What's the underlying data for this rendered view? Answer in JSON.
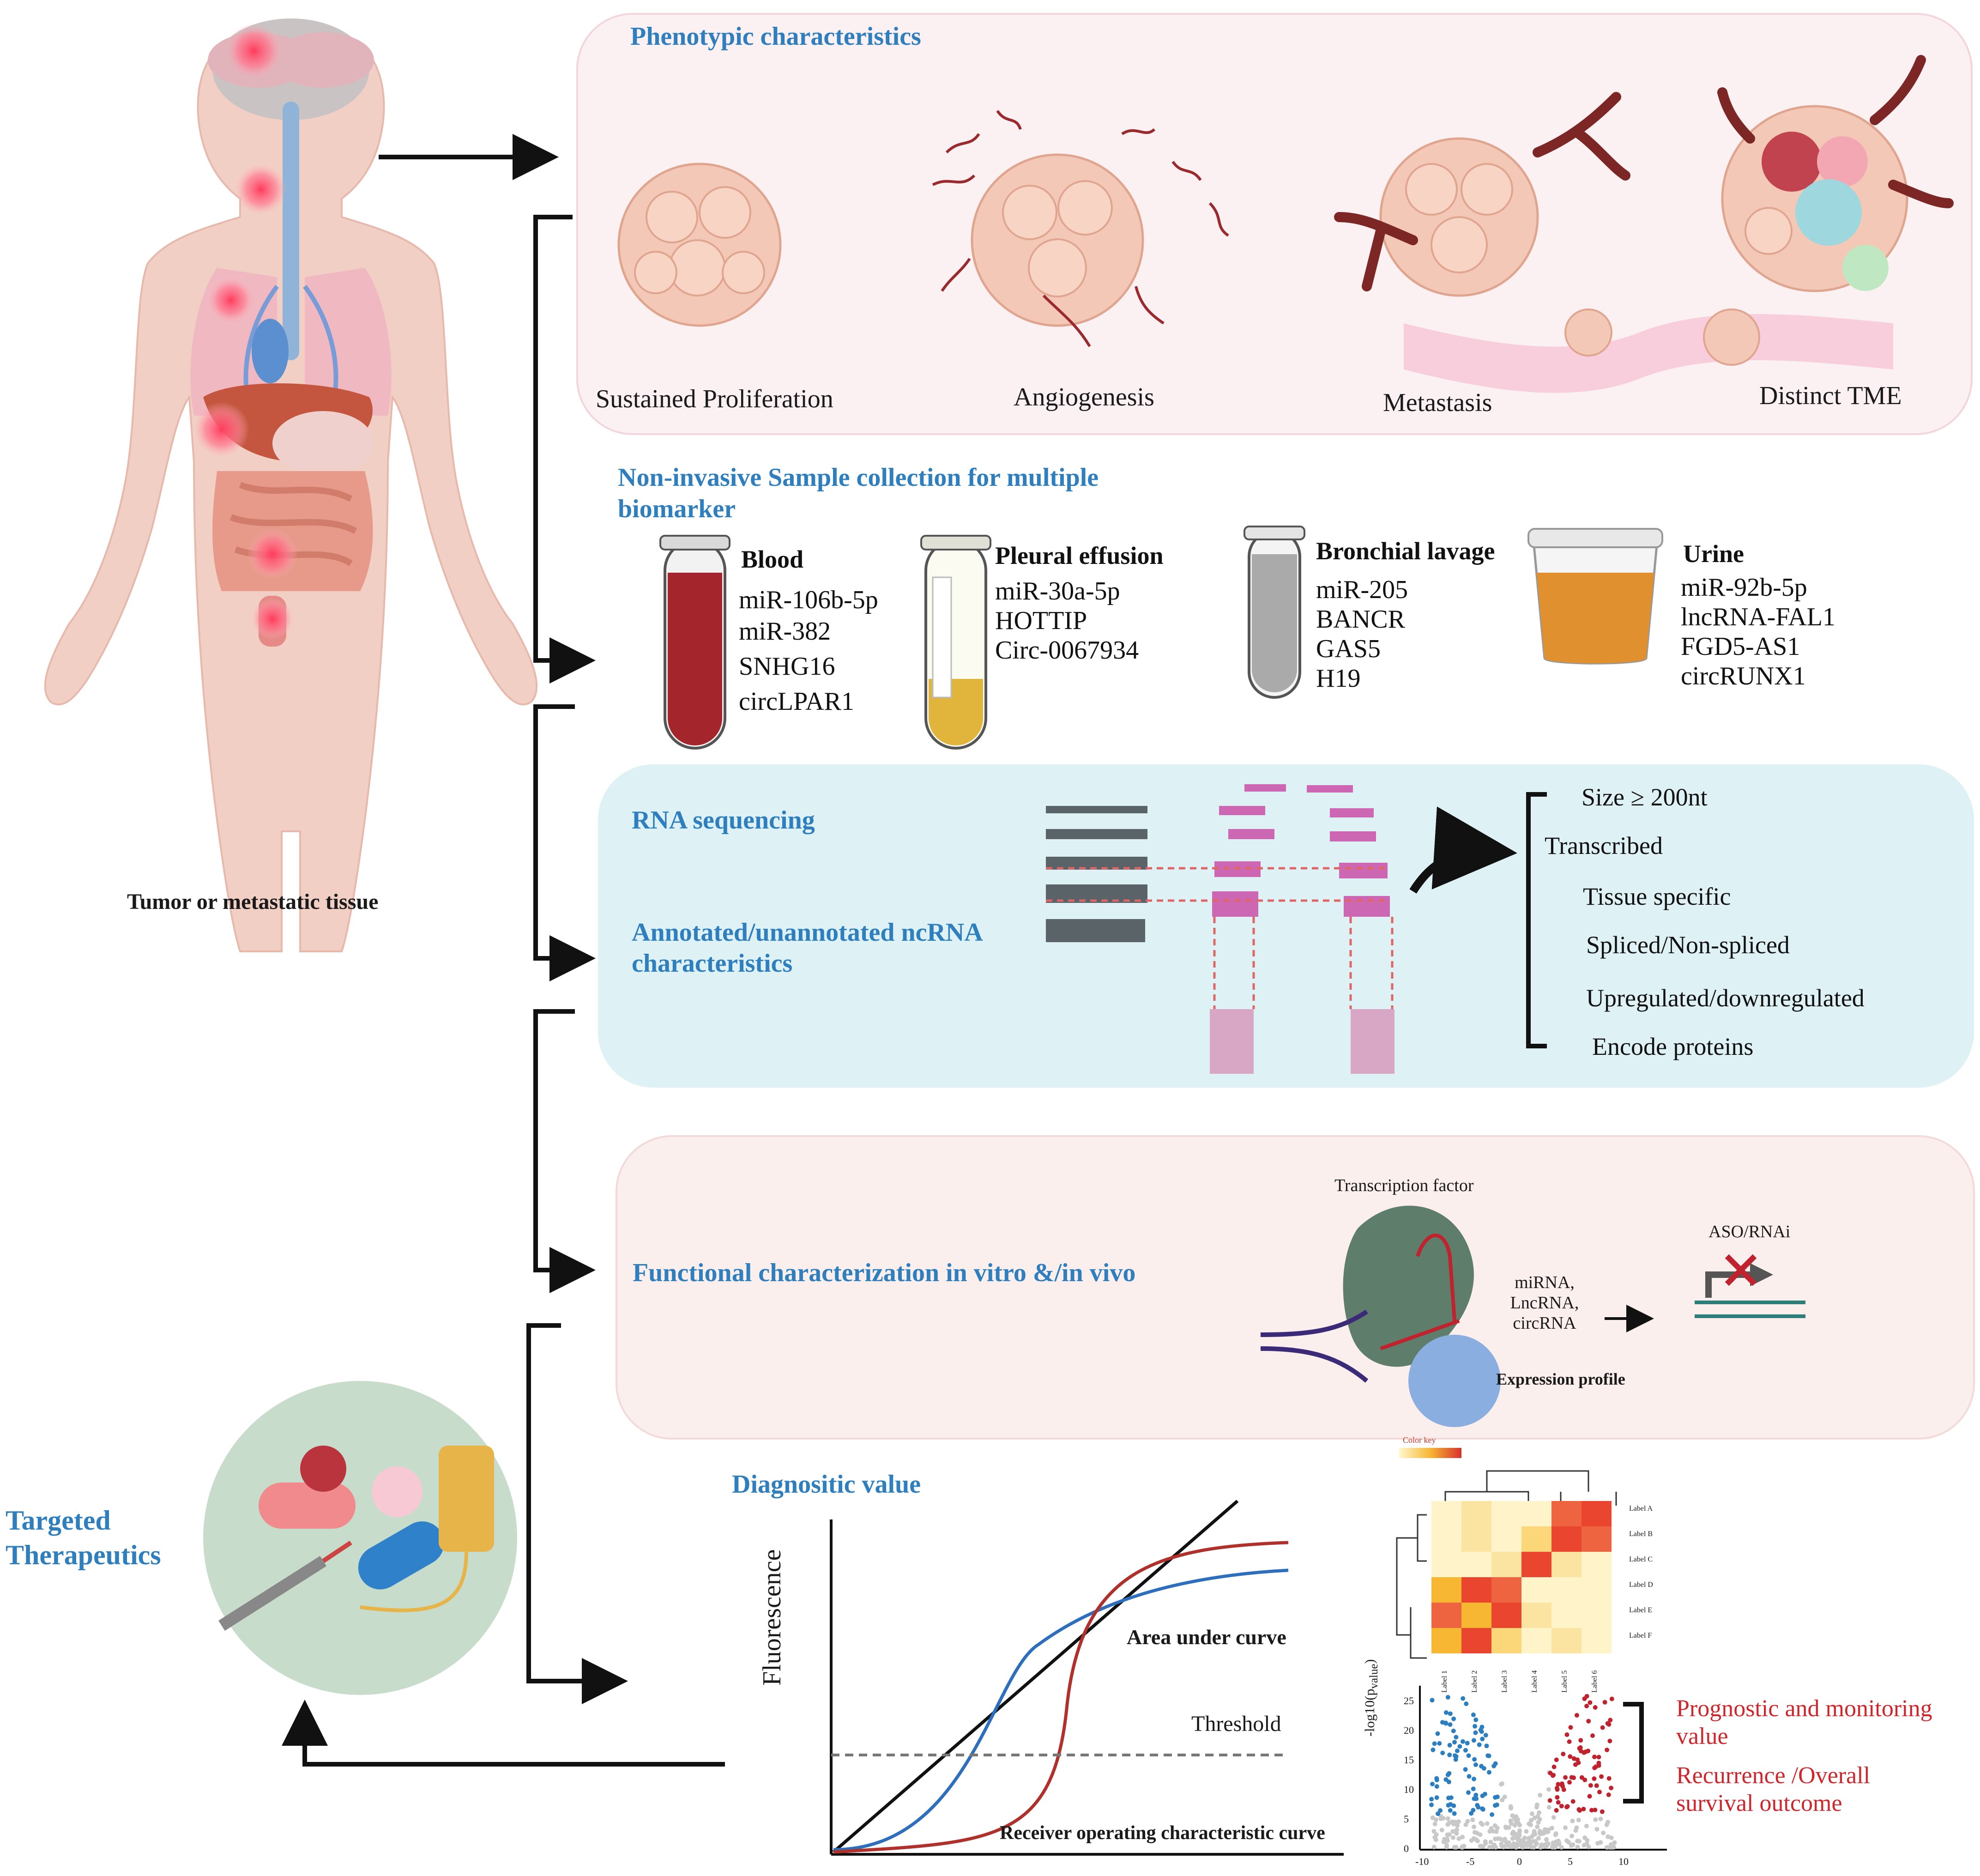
{
  "body_label": "Tumor or metastatic tissue",
  "phenotypic": {
    "title": "Phenotypic characteristics",
    "items": [
      "Sustained Proliferation",
      "Angiogenesis",
      "Metastasis",
      "Distinct TME"
    ]
  },
  "samples": {
    "title_line1": "Non-invasive Sample collection for multiple",
    "title_line2": "biomarker",
    "blood": {
      "name": "Blood",
      "markers": [
        "miR-106b-5p",
        "miR-382",
        "SNHG16",
        "circLPAR1"
      ]
    },
    "pleural": {
      "name": "Pleural effusion",
      "markers": [
        "miR-30a-5p",
        "HOTTIP",
        "Circ-0067934"
      ]
    },
    "bronchial": {
      "name": "Bronchial lavage",
      "markers": [
        "miR-205",
        "BANCR",
        "GAS5",
        "H19"
      ]
    },
    "urine": {
      "name": "Urine",
      "markers": [
        "miR-92b-5p",
        "lncRNA-FAL1",
        "FGD5-AS1",
        "circRUNX1"
      ]
    }
  },
  "rnaseq": {
    "title": "RNA sequencing",
    "subtitle_line1": "Annotated/unannotated ncRNA",
    "subtitle_line2": "characteristics",
    "properties": [
      "Size ≥ 200nt",
      "Transcribed",
      "Tissue specific",
      "Spliced/Non-spliced",
      "Upregulated/downregulated",
      "Encode proteins"
    ]
  },
  "functional": {
    "title": "Functional characterization in vitro &/in vivo",
    "transcription_factor": "Transcription factor",
    "rna_types": [
      "miRNA,",
      "LncRNA,",
      "circRNA"
    ],
    "expression_profile": "Expression profile",
    "aso": "ASO/RNAi"
  },
  "therapeutics": {
    "line1": "Targeted",
    "line2": "Therapeutics"
  },
  "diagnostic": {
    "title": "Diagnositic value",
    "ylabel": "Fluorescence",
    "auc": "Area under curve",
    "threshold": "Threshold",
    "roc": "Receiver operating characteristic curve",
    "color_key": "Color key",
    "heatmap_rows": [
      "Label A",
      "Label B",
      "Label C",
      "Label D",
      "Label E",
      "Label F"
    ],
    "heatmap_cols": [
      "Label 1",
      "Label 2",
      "Label 3",
      "Label 4",
      "Label 5",
      "Label 6"
    ],
    "volcano_y_ticks": [
      "0",
      "5",
      "10",
      "15",
      "20",
      "25"
    ],
    "volcano_x_ticks": [
      "-10",
      "-5",
      "0",
      "5",
      "10"
    ],
    "prognostic_line1": "Prognostic and monitoring",
    "prognostic_line2": "value",
    "recurrence_line1": "Recurrence /Overall",
    "recurrence_line2": "survival outcome"
  },
  "colors": {
    "title_blue": "#2f7fbf",
    "pheno_panel": "#fbf0f2",
    "rna_panel": "#def1f5",
    "func_panel": "#fbefee",
    "red_text": "#d0262b"
  }
}
